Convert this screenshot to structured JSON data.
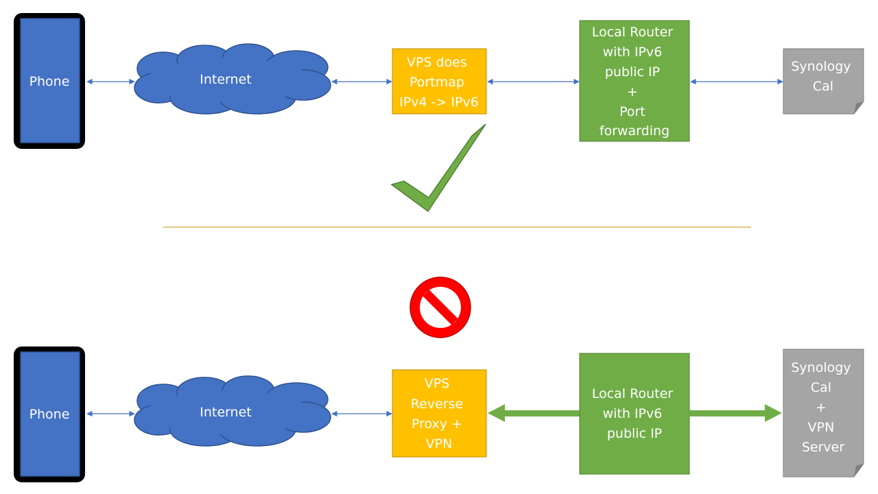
{
  "colors": {
    "phone_fill": "#4472c4",
    "phone_frame": "#000000",
    "cloud": "#4472c4",
    "vps": "#ffc000",
    "router": "#70ad47",
    "document": "#a5a5a5",
    "connector": "#4472c4",
    "thick_arrow": "#70ad47",
    "check": "#70ad47",
    "divider": "#bf9000",
    "no_sign": "#ff0000"
  },
  "top_row": {
    "phone": "Phone",
    "internet": "Internet",
    "vps": [
      "VPS does",
      "Portmap",
      "IPv4 -> IPv6"
    ],
    "router": [
      "Local Router",
      "with IPv6",
      "public IP",
      "+",
      "Port",
      "forwarding"
    ],
    "synology": [
      "Synology",
      "Cal"
    ]
  },
  "bottom_row": {
    "phone": "Phone",
    "internet": "Internet",
    "vps": [
      "VPS",
      "Reverse",
      "Proxy +",
      "VPN"
    ],
    "router": [
      "Local Router",
      "with IPv6",
      "public IP"
    ],
    "synology": [
      "Synology",
      "Cal",
      "+",
      "VPN",
      "Server"
    ]
  },
  "icons": {
    "top_status": "checkmark-icon",
    "bottom_status": "prohibited-icon"
  }
}
